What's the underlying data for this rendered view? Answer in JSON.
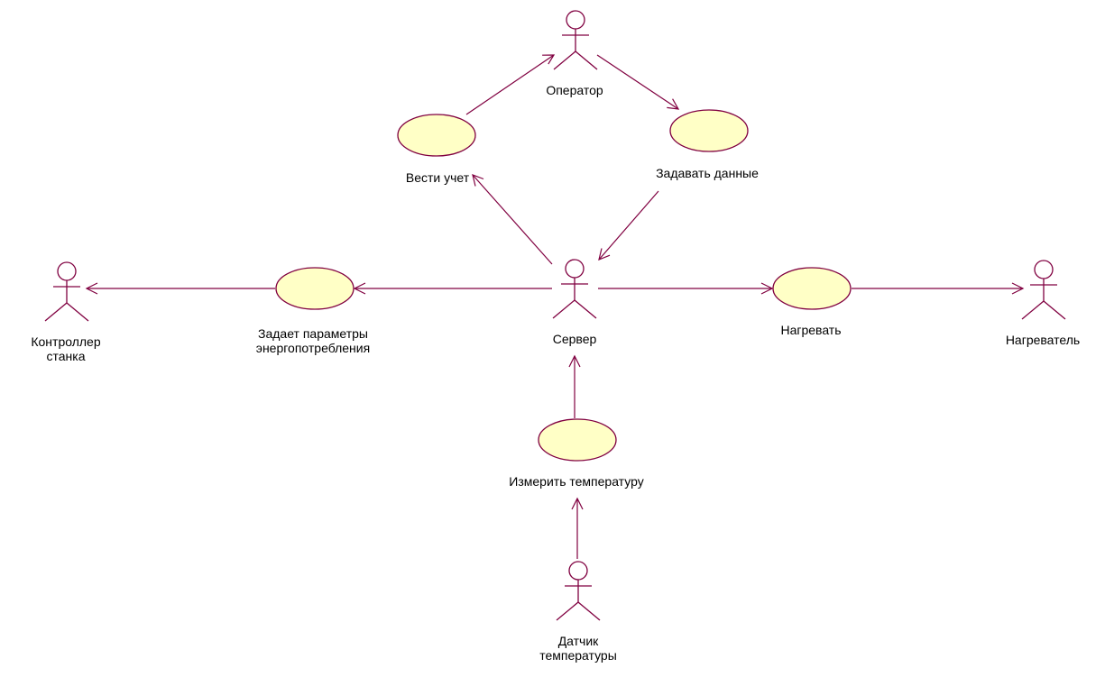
{
  "colors": {
    "outline": "#800040",
    "usecase_fill": "#ffffc6",
    "background": "#ffffff",
    "text": "#000000"
  },
  "actors": {
    "operator": {
      "name": "Оператор",
      "icon": "stick-figure"
    },
    "server": {
      "name": "Сервер",
      "icon": "stick-figure"
    },
    "machine_controller": {
      "name_line1": "Контроллер",
      "name_line2": "станка",
      "icon": "stick-figure"
    },
    "heater": {
      "name": "Нагреватель",
      "icon": "stick-figure"
    },
    "temp_sensor": {
      "name_line1": "Датчик",
      "name_line2": "температуры",
      "icon": "stick-figure"
    }
  },
  "use_cases": {
    "keep_records": {
      "name": "Вести учет"
    },
    "set_data": {
      "name": "Задавать данные"
    },
    "set_power_params": {
      "name_line1": "Задает параметры",
      "name_line2": "энергопотребления"
    },
    "heat": {
      "name": "Нагревать"
    },
    "measure_temp": {
      "name": "Измерить температуру"
    }
  },
  "associations": [
    {
      "from": "Вести учет",
      "to": "Оператор"
    },
    {
      "from": "Оператор",
      "to": "Задавать данные"
    },
    {
      "from": "Сервер",
      "to": "Вести учет"
    },
    {
      "from": "Задавать данные",
      "to": "Сервер"
    },
    {
      "from": "Сервер",
      "to": "Задает параметры энергопотребления"
    },
    {
      "from": "Задает параметры энергопотребления",
      "to": "Контроллер станка"
    },
    {
      "from": "Сервер",
      "to": "Нагревать"
    },
    {
      "from": "Нагревать",
      "to": "Нагреватель"
    },
    {
      "from": "Измерить температуру",
      "to": "Сервер"
    },
    {
      "from": "Датчик температуры",
      "to": "Измерить температуру"
    }
  ]
}
